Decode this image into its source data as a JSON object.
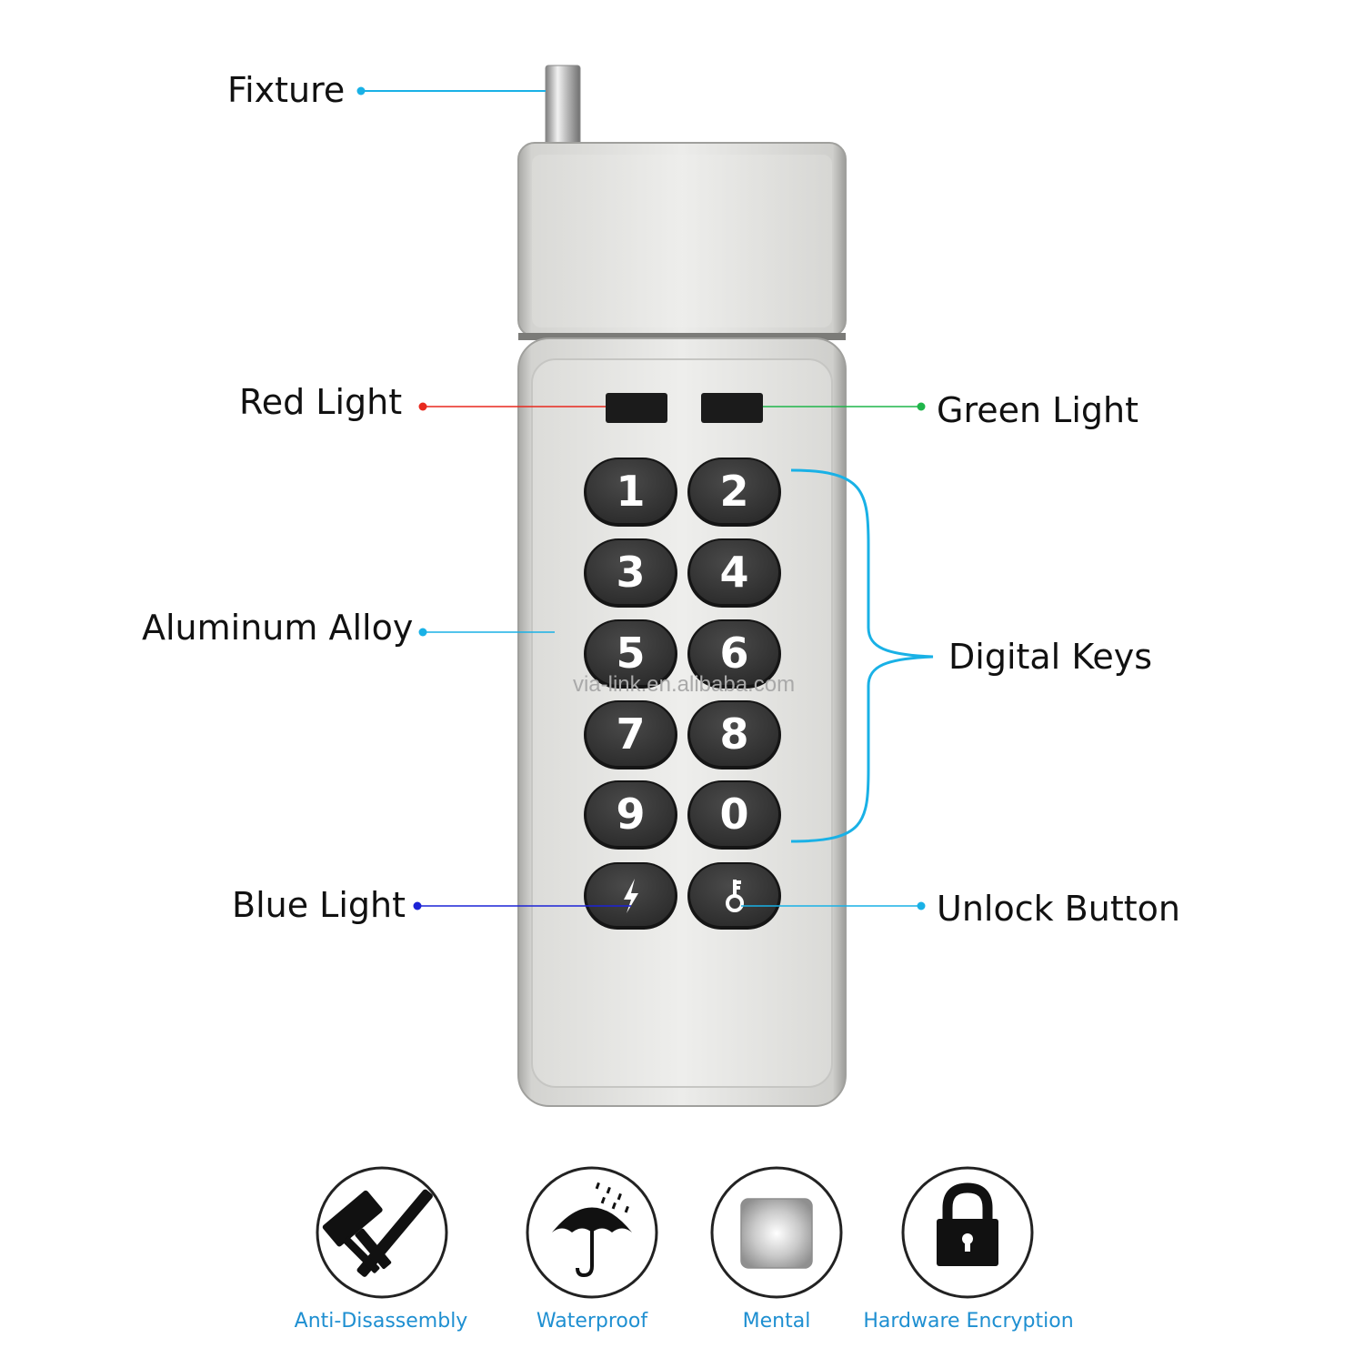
{
  "labels": {
    "fixture": "Fixture",
    "red_light": "Red Light",
    "green_light": "Green Light",
    "aluminum_alloy": "Aluminum Alloy",
    "digital_keys": "Digital Keys",
    "blue_light": "Blue Light",
    "unlock_button": "Unlock Button"
  },
  "keypad": {
    "keys": [
      "1",
      "2",
      "3",
      "4",
      "5",
      "6",
      "7",
      "8",
      "9",
      "0"
    ],
    "special_keys": [
      {
        "name": "lightning-icon"
      },
      {
        "name": "key-icon"
      }
    ]
  },
  "watermark": "via-link.en.alibaba.com",
  "features": [
    {
      "label": "Anti-Disassembly",
      "icon": "hammer-tool-icon"
    },
    {
      "label": "Waterproof",
      "icon": "umbrella-icon"
    },
    {
      "label": "Mental",
      "icon": "metal-plate-icon"
    },
    {
      "label": "Hardware Encryption",
      "icon": "padlock-icon"
    }
  ],
  "colors": {
    "callout_cyan": "#19b1e6",
    "callout_red": "#e8291e",
    "callout_green": "#1fb54a",
    "callout_blue": "#1c23d6",
    "feature_text": "#1e8fd1",
    "key_fill": "#3a3a3a",
    "body_metal": "#dcdcd8"
  }
}
